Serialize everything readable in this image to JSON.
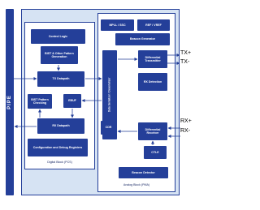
{
  "pipe_label": "PIPE",
  "digital_block": {
    "caption": "Digital Block (PCS)",
    "blocks": {
      "control_logic": "Control Logic",
      "bist_pattern_gen": "BIST & Other Pattern Generation",
      "tx_datapath": "TX Datapath",
      "bist_pattern_check": "BIST Pattern Checking",
      "ebuf": "EBUF",
      "rx_datapath": "RX Datapath",
      "config_debug": "Configuration and Debug Registers"
    }
  },
  "analog_block": {
    "caption": "Analog Block (PMA)",
    "blocks": {
      "mpll": "MPLL / SSC",
      "ref": "REF / VREF",
      "beacon_generator": "Beacon Generator",
      "serdes": "Data Serializer / Deserializer",
      "diff_transmitter": "Differential Transmitter",
      "rx_detection": "RX Detection",
      "cdr": "CDR",
      "diff_receiver": "Differential Receiver",
      "ctle": "CTLE",
      "beacon_detector": "Beacon Detector"
    }
  },
  "pins": {
    "tx_plus": "TX+",
    "tx_minus": "TX-",
    "rx_plus": "RX+",
    "rx_minus": "RX-"
  },
  "colors": {
    "block": "#243f99",
    "background": "#d6e3f3",
    "panel": "#ffffff"
  }
}
